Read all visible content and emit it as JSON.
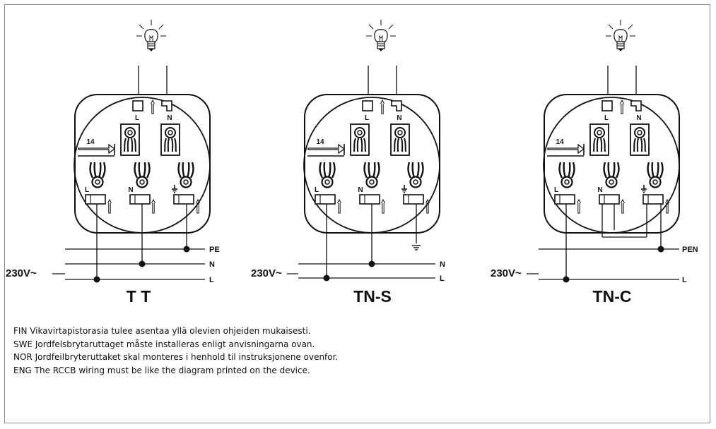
{
  "panels": [
    {
      "name": "TT",
      "supply_label": "230V~",
      "rail_labels": [
        "PE",
        "N",
        "L"
      ],
      "socket_labels": {
        "top_l": "L",
        "top_n": "N",
        "test": "14",
        "bottom_l": "L",
        "bottom_n": "N"
      }
    },
    {
      "name": "TN-S",
      "supply_label": "230V~",
      "rail_labels": [
        "N",
        "L"
      ],
      "socket_labels": {
        "top_l": "L",
        "top_n": "N",
        "test": "14",
        "bottom_l": "L",
        "bottom_n": "N"
      }
    },
    {
      "name": "TN-C",
      "supply_label": "230V~",
      "rail_labels": [
        "PEN",
        "L"
      ],
      "socket_labels": {
        "top_l": "L",
        "top_n": "N",
        "test": "14",
        "bottom_l": "L",
        "bottom_n": "N"
      }
    }
  ],
  "notes": [
    "FIN Vikavirtapistorasia tulee asentaa yllä olevien ohjeiden mukaisesti.",
    "SWE Jordfelsbrytaruttaget måste installeras enligt anvisningarna ovan.",
    "NOR Jordfeilbryteruttaket skal monteres i henhold til instruksjonene ovenfor.",
    "ENG The RCCB wiring must be like the diagram printed on the device."
  ],
  "colors": {
    "line": "#111111",
    "frame": "#8a8a8a"
  }
}
